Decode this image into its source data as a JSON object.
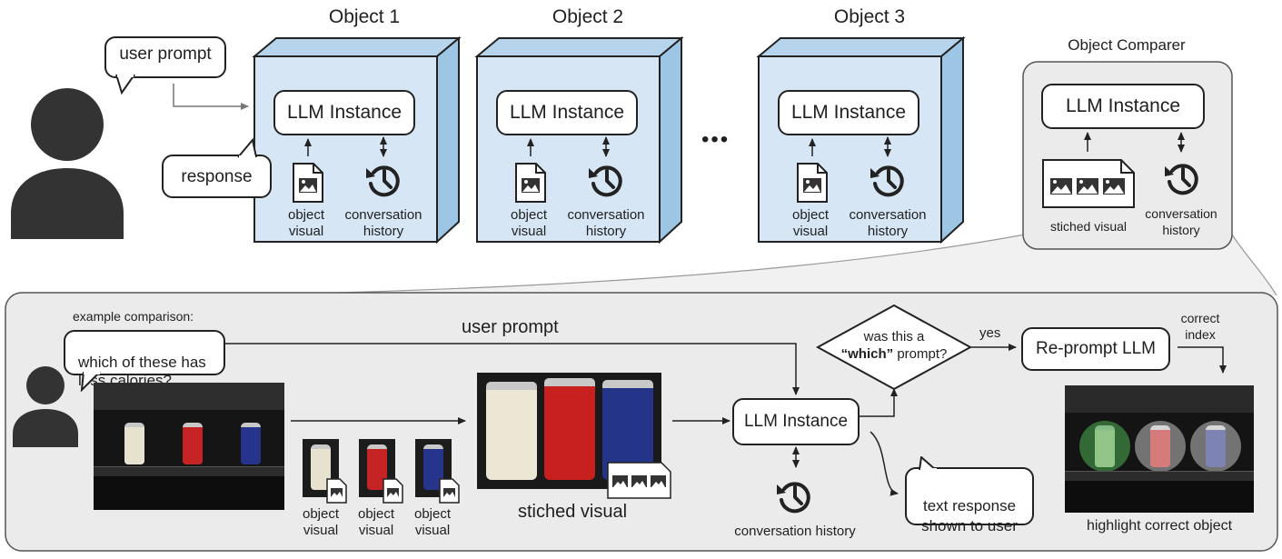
{
  "top": {
    "user_prompt": "user prompt",
    "response": "response",
    "objects": [
      {
        "title": "Object 1",
        "llm": "LLM Instance",
        "visual_label": "object\nvisual",
        "history_label": "conversation\nhistory"
      },
      {
        "title": "Object 2",
        "llm": "LLM Instance",
        "visual_label": "object\nvisual",
        "history_label": "conversation\nhistory"
      },
      {
        "title": "Object 3",
        "llm": "LLM Instance",
        "visual_label": "object\nvisual",
        "history_label": "conversation\nhistory"
      }
    ],
    "ellipsis": "•••",
    "comparer": {
      "title": "Object Comparer",
      "llm": "LLM Instance",
      "visual_label": "stiched visual",
      "history_label": "conversation\nhistory"
    }
  },
  "bottom": {
    "example_label": "example comparison:",
    "question": "which of these has\nless calories?",
    "user_prompt": "user prompt",
    "object_visual_label": "object\nvisual",
    "stitched_label": "stiched visual",
    "llm": "LLM Instance",
    "conversation_history": "conversation history",
    "decision_line1": "was this a",
    "decision_which": "“which”",
    "decision_line2_rest": " prompt?",
    "yes": "yes",
    "reprompt": "Re-prompt LLM",
    "correct_index": "correct\nindex",
    "text_response": "text response\nshown to user",
    "highlight_label": "highlight correct object"
  },
  "colors": {
    "cube_front": "#d6e6f5",
    "cube_side": "#9cc6e4",
    "panel_gray": "#ebebeb",
    "highlight_green": "#4caf50"
  },
  "icons": [
    "person-icon",
    "image-file-icon",
    "history-icon",
    "stitched-image-icon",
    "ellipsis-icon"
  ]
}
